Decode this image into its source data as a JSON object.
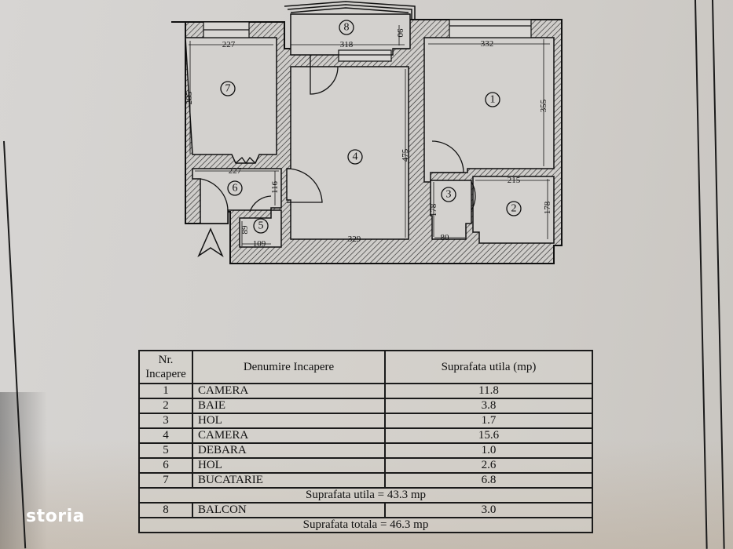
{
  "floor_plan": {
    "north_arrow": "north-arrow",
    "rooms": [
      {
        "number": "1"
      },
      {
        "number": "2"
      },
      {
        "number": "3"
      },
      {
        "number": "4"
      },
      {
        "number": "5"
      },
      {
        "number": "6"
      },
      {
        "number": "7"
      },
      {
        "number": "8"
      }
    ],
    "dimensions": {
      "room7_width": "227",
      "room7_height": "285",
      "room8_width": "318",
      "room8_depth": "90",
      "room1_width": "332",
      "room1_height": "355",
      "room4_height": "475",
      "room4_width": "329",
      "room6_width": "227",
      "room6_depth": "116",
      "room5_height": "89",
      "room5_width": "109",
      "room3_height": "178",
      "room3_width": "80",
      "room2_width": "215",
      "room2_height": "178"
    }
  },
  "table": {
    "headers": {
      "nr": "Nr. Incapere",
      "name": "Denumire Incapere",
      "area": "Suprafata utila (mp)"
    },
    "rows": [
      {
        "nr": "1",
        "name": "CAMERA",
        "area": "11.8"
      },
      {
        "nr": "2",
        "name": "BAIE",
        "area": "3.8"
      },
      {
        "nr": "3",
        "name": "HOL",
        "area": "1.7"
      },
      {
        "nr": "4",
        "name": "CAMERA",
        "area": "15.6"
      },
      {
        "nr": "5",
        "name": "DEBARA",
        "area": "1.0"
      },
      {
        "nr": "6",
        "name": "HOL",
        "area": "2.6"
      },
      {
        "nr": "7",
        "name": "BUCATARIE",
        "area": "6.8"
      }
    ],
    "subtotal": "Suprafata utila = 43.3 mp",
    "balcony_row": {
      "nr": "8",
      "name": "BALCON",
      "area": "3.0"
    },
    "total": "Suprafata totala = 46.3 mp"
  },
  "watermark": {
    "logo_text": "storia",
    "color": "#ffffff"
  }
}
